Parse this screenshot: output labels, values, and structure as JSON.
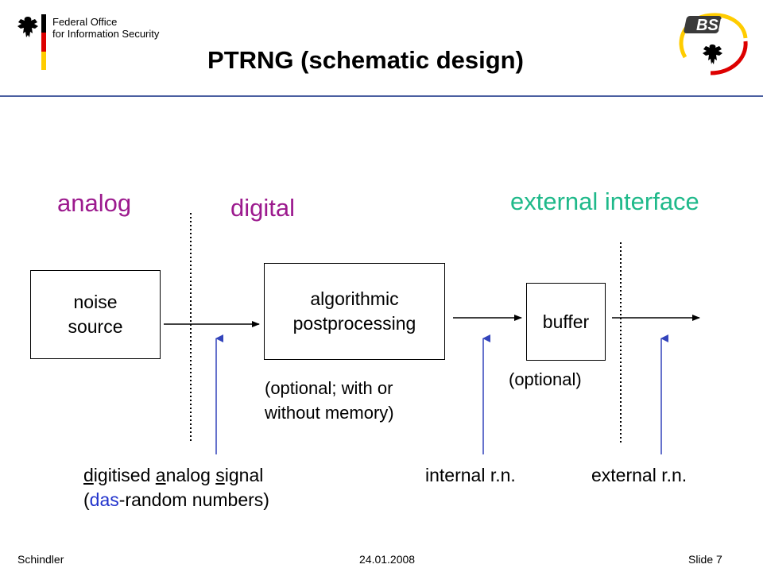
{
  "header": {
    "org_line1": "Federal Office",
    "org_line2": "for Information Security",
    "logo_text": "BSI",
    "flag_colors": [
      "#000000",
      "#dd0000",
      "#ffcc00"
    ]
  },
  "title": "PTRNG (schematic design)",
  "labels": {
    "analog": "analog",
    "digital": "digital",
    "external_interface": "external interface"
  },
  "boxes": {
    "noise_line1": "noise",
    "noise_line2": "source",
    "algo_line1": "algorithmic",
    "algo_line2": "postprocessing",
    "buffer": "buffer"
  },
  "notes": {
    "algo_line1": "(optional; with or",
    "algo_line2": "without memory)",
    "buffer": "(optional)"
  },
  "bottom": {
    "das_d": "d",
    "das_rest1": "igitised ",
    "das_a": "a",
    "das_rest2": "nalog ",
    "das_s": "s",
    "das_rest3": "ignal",
    "das_paren_open": "(",
    "das_abbrev": "das",
    "das_paren_rest": "-random numbers)",
    "internal": "internal r.n.",
    "external": "external r.n."
  },
  "footer": {
    "author": "Schindler",
    "date": "24.01.2008",
    "slide": "Slide 7"
  },
  "colors": {
    "magenta": "#9c1a8e",
    "teal": "#1fb98a",
    "blue": "#2233cc",
    "arrow_up": "#3344bb",
    "rule": "#4a5fa0"
  }
}
